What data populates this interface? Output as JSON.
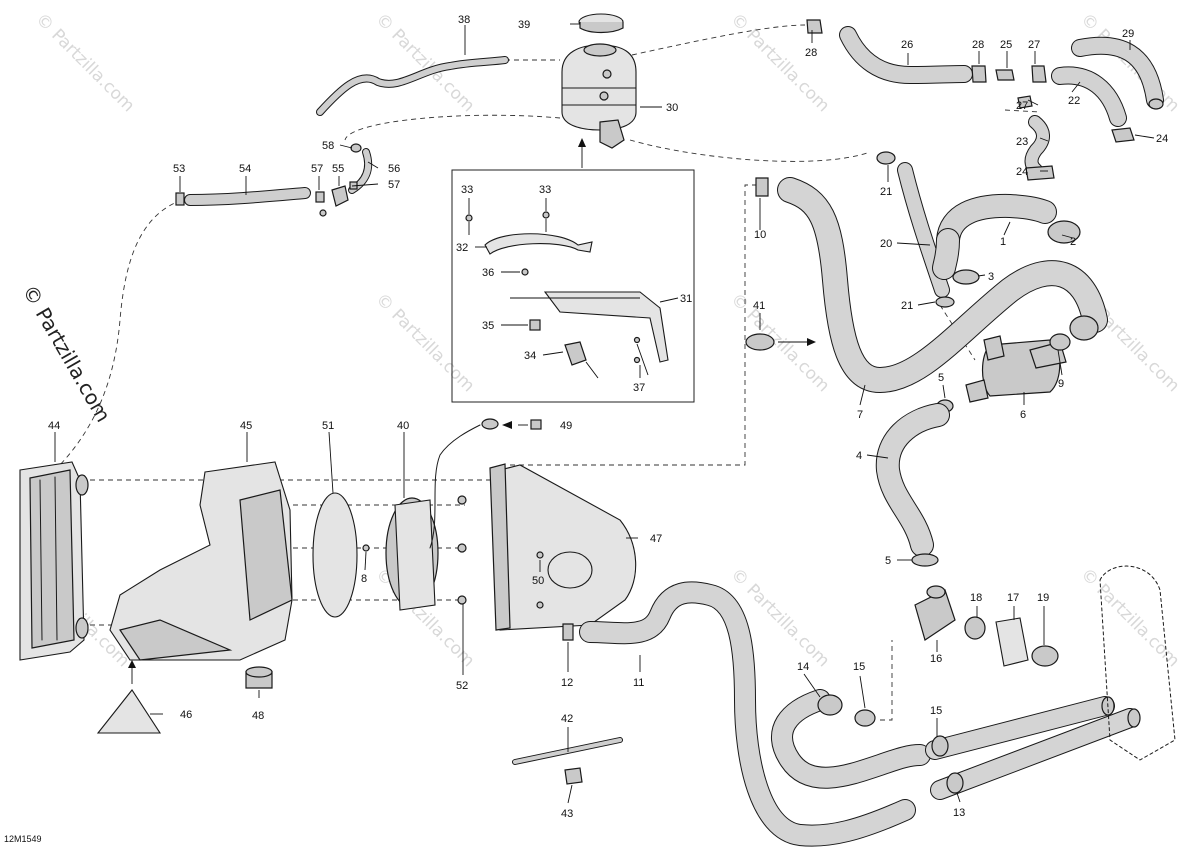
{
  "diagram": {
    "drawing_code": "12M1549",
    "brand_mark": "© Partzilla.com",
    "watermark": "© Partzilla.com",
    "callouts": [
      {
        "id": "c1",
        "label": "1"
      },
      {
        "id": "c2",
        "label": "2"
      },
      {
        "id": "c3",
        "label": "3"
      },
      {
        "id": "c4",
        "label": "4"
      },
      {
        "id": "c5a",
        "label": "5"
      },
      {
        "id": "c5b",
        "label": "5"
      },
      {
        "id": "c6",
        "label": "6"
      },
      {
        "id": "c7",
        "label": "7"
      },
      {
        "id": "c8",
        "label": "8"
      },
      {
        "id": "c9",
        "label": "9"
      },
      {
        "id": "c10",
        "label": "10"
      },
      {
        "id": "c11",
        "label": "11"
      },
      {
        "id": "c12",
        "label": "12"
      },
      {
        "id": "c13",
        "label": "13"
      },
      {
        "id": "c14",
        "label": "14"
      },
      {
        "id": "c15a",
        "label": "15"
      },
      {
        "id": "c15b",
        "label": "15"
      },
      {
        "id": "c16",
        "label": "16"
      },
      {
        "id": "c17",
        "label": "17"
      },
      {
        "id": "c18",
        "label": "18"
      },
      {
        "id": "c19",
        "label": "19"
      },
      {
        "id": "c20",
        "label": "20"
      },
      {
        "id": "c21a",
        "label": "21"
      },
      {
        "id": "c21b",
        "label": "21"
      },
      {
        "id": "c22",
        "label": "22"
      },
      {
        "id": "c23",
        "label": "23"
      },
      {
        "id": "c24a",
        "label": "24"
      },
      {
        "id": "c24b",
        "label": "24"
      },
      {
        "id": "c25",
        "label": "25"
      },
      {
        "id": "c26",
        "label": "26"
      },
      {
        "id": "c27a",
        "label": "27"
      },
      {
        "id": "c27b",
        "label": "27"
      },
      {
        "id": "c28a",
        "label": "28"
      },
      {
        "id": "c28b",
        "label": "28"
      },
      {
        "id": "c29",
        "label": "29"
      },
      {
        "id": "c30",
        "label": "30"
      },
      {
        "id": "c31",
        "label": "31"
      },
      {
        "id": "c32",
        "label": "32"
      },
      {
        "id": "c33a",
        "label": "33"
      },
      {
        "id": "c33b",
        "label": "33"
      },
      {
        "id": "c34",
        "label": "34"
      },
      {
        "id": "c35",
        "label": "35"
      },
      {
        "id": "c36",
        "label": "36"
      },
      {
        "id": "c37",
        "label": "37"
      },
      {
        "id": "c38",
        "label": "38"
      },
      {
        "id": "c39",
        "label": "39"
      },
      {
        "id": "c40",
        "label": "40"
      },
      {
        "id": "c41",
        "label": "41"
      },
      {
        "id": "c42",
        "label": "42"
      },
      {
        "id": "c43",
        "label": "43"
      },
      {
        "id": "c44",
        "label": "44"
      },
      {
        "id": "c45",
        "label": "45"
      },
      {
        "id": "c46",
        "label": "46"
      },
      {
        "id": "c47",
        "label": "47"
      },
      {
        "id": "c48",
        "label": "48"
      },
      {
        "id": "c49",
        "label": "49"
      },
      {
        "id": "c50",
        "label": "50"
      },
      {
        "id": "c51",
        "label": "51"
      },
      {
        "id": "c52",
        "label": "52"
      },
      {
        "id": "c53",
        "label": "53"
      },
      {
        "id": "c54",
        "label": "54"
      },
      {
        "id": "c55",
        "label": "55"
      },
      {
        "id": "c56",
        "label": "56"
      },
      {
        "id": "c57a",
        "label": "57"
      },
      {
        "id": "c57b",
        "label": "57"
      },
      {
        "id": "c58",
        "label": "58"
      }
    ]
  }
}
